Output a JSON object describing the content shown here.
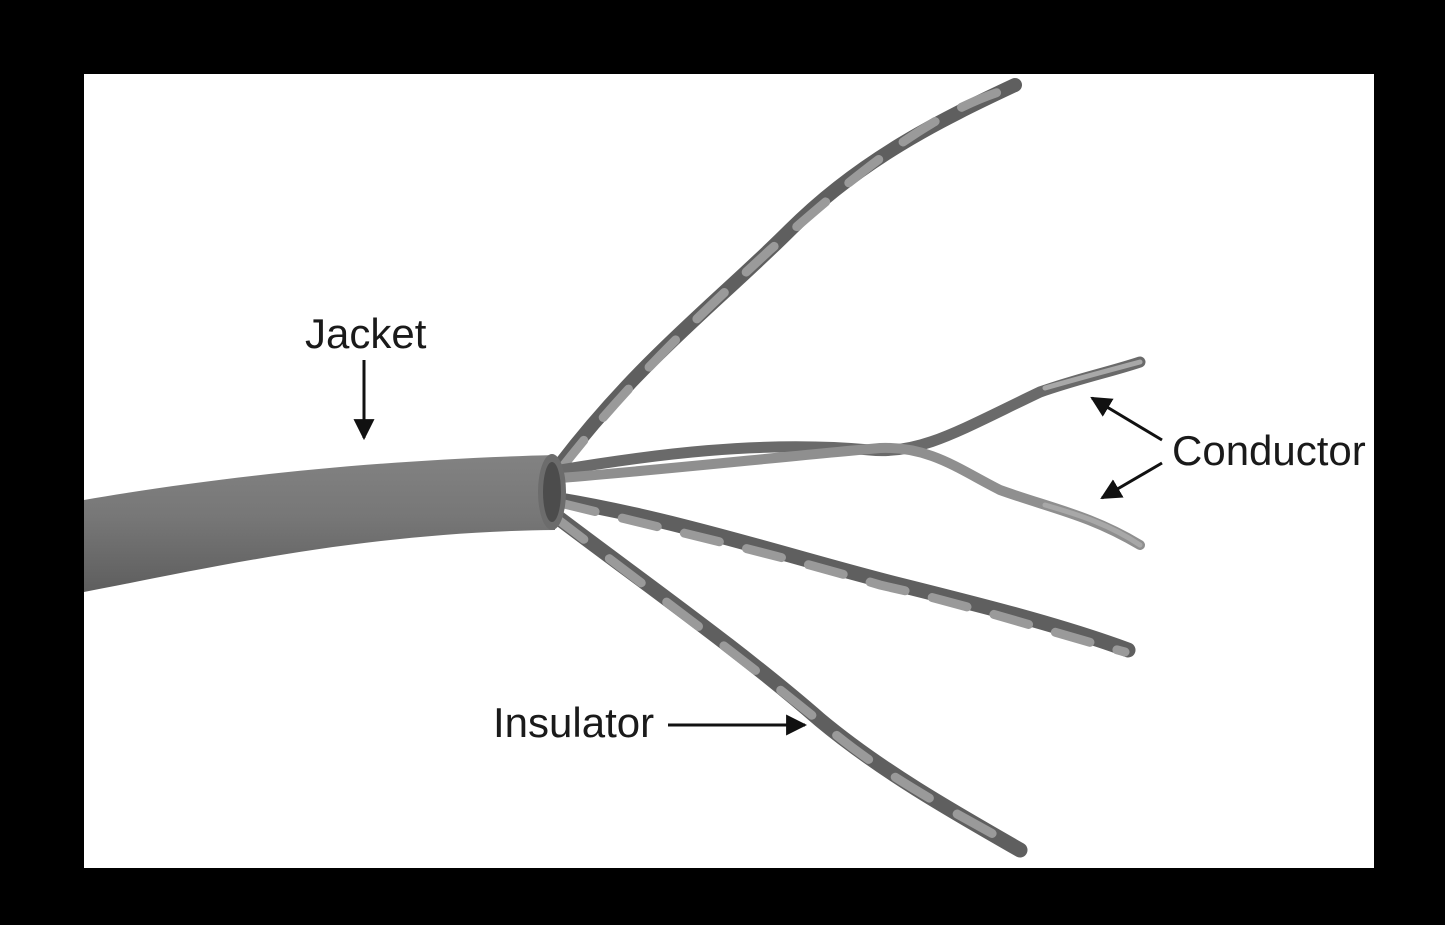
{
  "labels": {
    "jacket": "Jacket",
    "conductor": "Conductor",
    "insulator": "Insulator"
  },
  "colors": {
    "background": "#000000",
    "panel": "#ffffff",
    "jacket": "#747474",
    "wire_dark": "#5f5f5f",
    "wire_light": "#9a9a9a",
    "text": "#1a1a1a"
  }
}
